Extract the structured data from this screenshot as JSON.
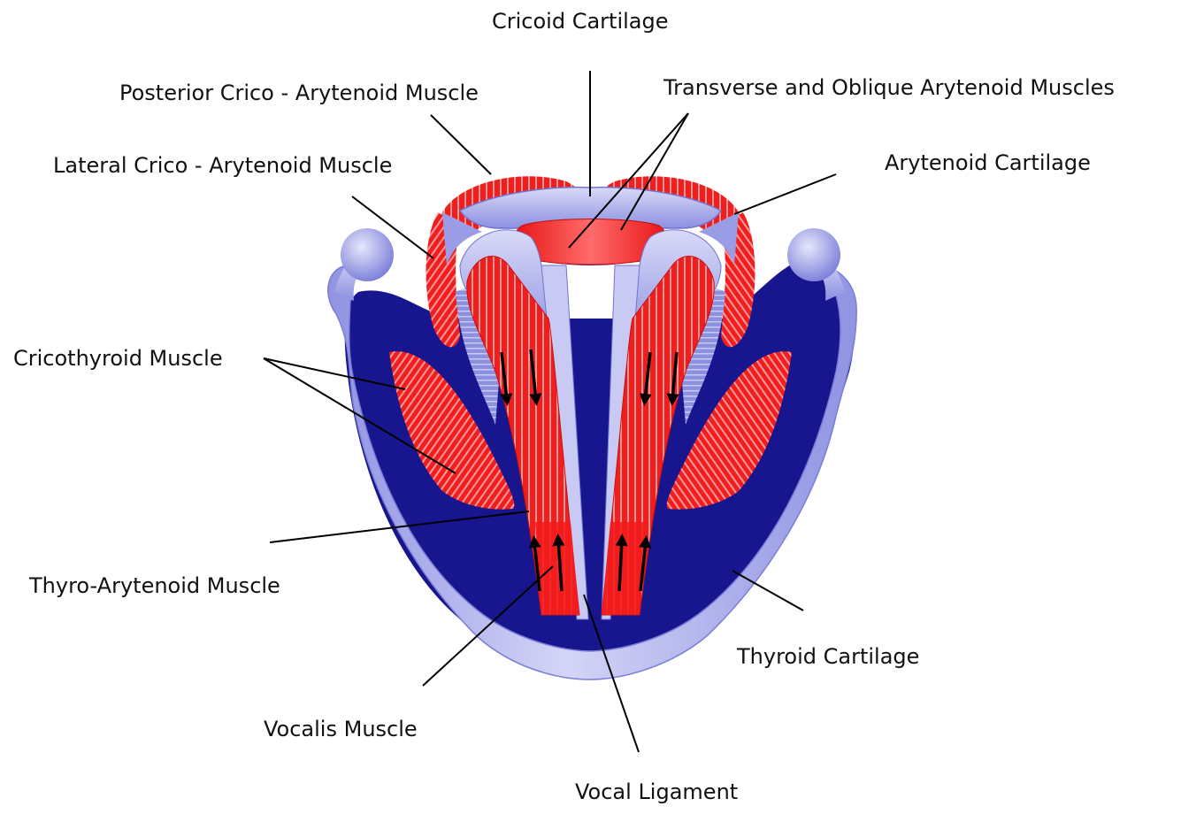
{
  "labels": {
    "cricoid_cartilage": "Cricoid Cartilage",
    "posterior_crico_arytenoid": "Posterior Crico - Arytenoid Muscle",
    "transverse_oblique_arytenoid": "Transverse  and Oblique Arytenoid Muscles",
    "lateral_crico_arytenoid": "Lateral Crico - Arytenoid Muscle",
    "arytenoid_cartilage": "Arytenoid Cartilage",
    "cricothyroid_muscle": "Cricothyroid Muscle",
    "thyro_arytenoid_muscle": "Thyro-Arytenoid Muscle",
    "thyroid_cartilage": "Thyroid Cartilage",
    "vocalis_muscle": "Vocalis Muscle",
    "vocal_ligament": "Vocal Ligament"
  },
  "colors": {
    "cartilage_light": "#c9caf4",
    "cartilage_mid": "#9a9de6",
    "cartilage_dark": "#17168f",
    "muscle": "#f21d1d",
    "muscle_light": "#ff8a8a",
    "arrow": "#000000",
    "leader_line": "#000000"
  }
}
